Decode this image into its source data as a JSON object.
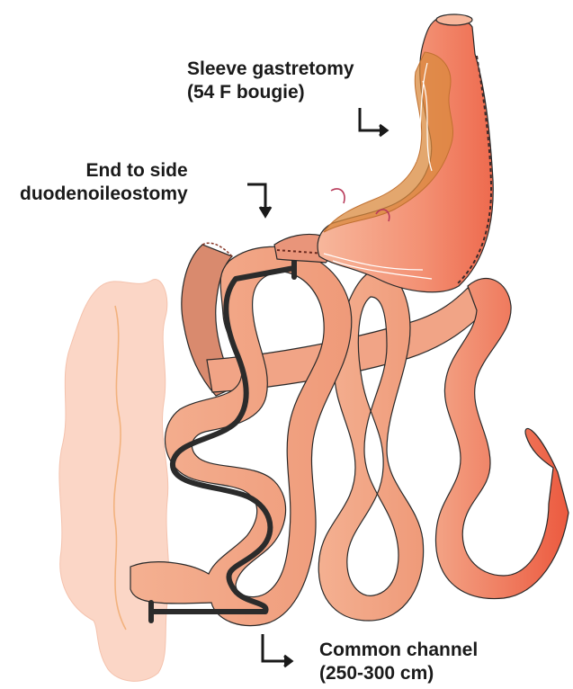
{
  "labels": {
    "sleeve": {
      "line1": "Sleeve gastretomy",
      "line2": "(54 F bougie)"
    },
    "duodenoileostomy": {
      "line1": "End to side",
      "line2": "duodenoileostomy"
    },
    "common_channel": {
      "line1": "Common channel",
      "line2": "(250-300 cm)"
    }
  },
  "colors": {
    "bowel": "#f0a080",
    "bowel_dark": "#d88a6c",
    "stomach": "#f28a6e",
    "stomach_light": "#f6b59a",
    "resected": "#d98a3e",
    "colon": "#fbd3c2",
    "outline": "#2a2a2a",
    "channel_marker": "#2b2b2b"
  }
}
